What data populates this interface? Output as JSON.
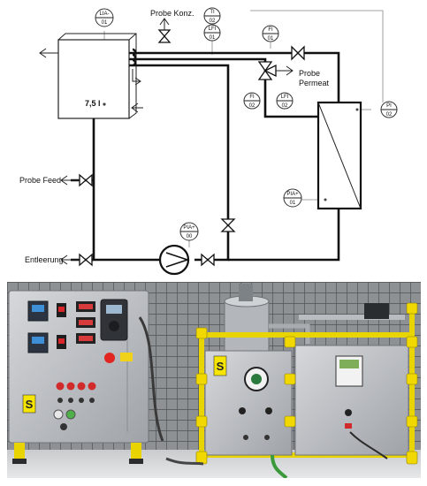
{
  "diagram": {
    "instruments": [
      {
        "id": "lia01",
        "tag": "LIA-",
        "num": "01"
      },
      {
        "id": "ti02",
        "tag": "TI",
        "num": "02"
      },
      {
        "id": "lfi01",
        "tag": "LFI",
        "num": "01"
      },
      {
        "id": "fi01",
        "tag": "FI",
        "num": "01"
      },
      {
        "id": "fi02",
        "tag": "FI",
        "num": "02"
      },
      {
        "id": "lfi02",
        "tag": "LFI",
        "num": "02"
      },
      {
        "id": "pi02",
        "tag": "PI",
        "num": "02"
      },
      {
        "id": "pia01",
        "tag": "PIA+",
        "num": "01"
      },
      {
        "id": "pia00",
        "tag": "PIA+",
        "num": "00"
      }
    ],
    "labels": {
      "probe_konz": "Probe Konz.",
      "probe_permeat_1": "Probe",
      "probe_permeat_2": "Permeat",
      "probe_feed": "Probe Feed",
      "entleerung": "Entleerung",
      "tank_volume": "7,5 l"
    }
  },
  "photo": {
    "logo_text": "S"
  },
  "colors": {
    "line": "#111111",
    "signal_line": "#8a8a8a",
    "cabinet_steel": "#b9bcc0",
    "frame_yellow": "#e8d400",
    "fence_grey": "#6f7275"
  }
}
